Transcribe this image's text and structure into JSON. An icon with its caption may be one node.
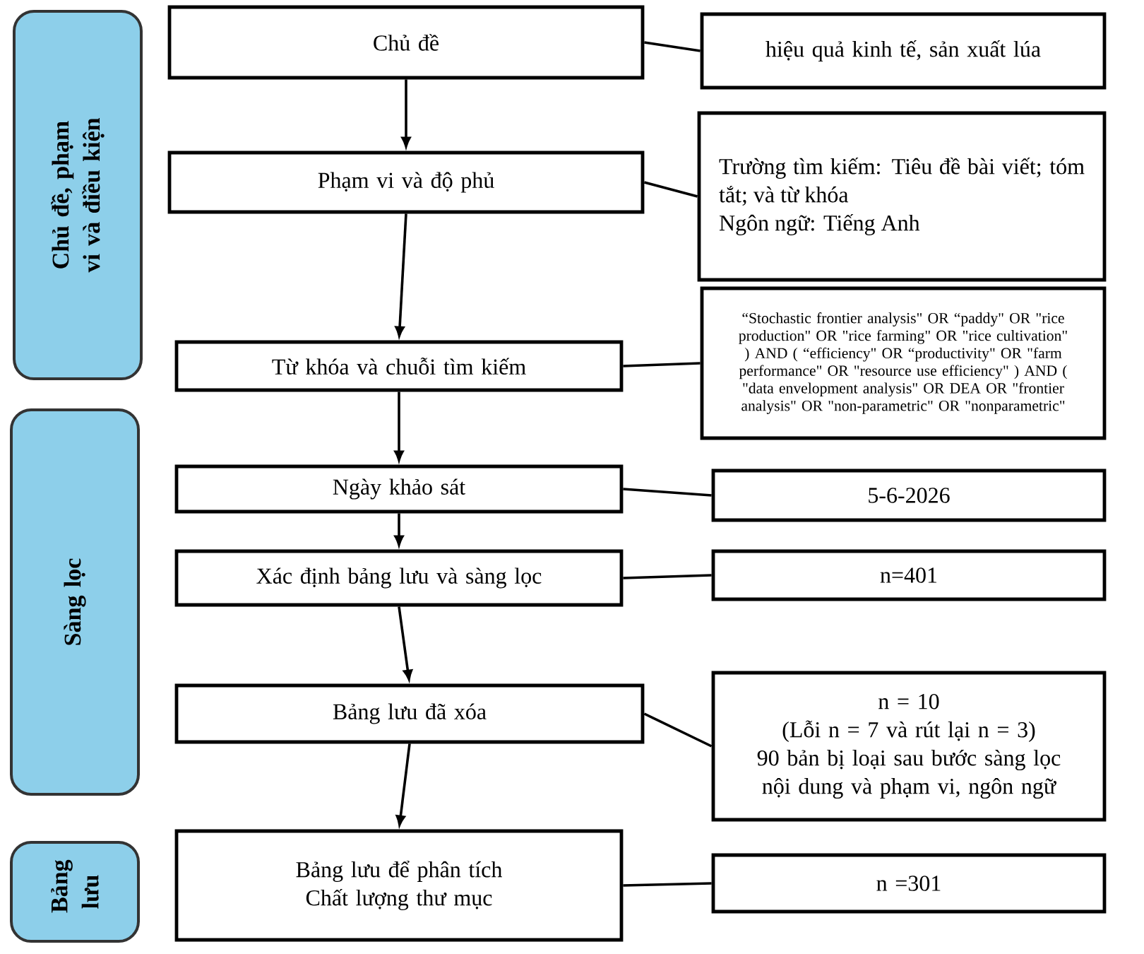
{
  "diagram": {
    "nodes": [
      {
        "text": [
          "Chủ đề, phạm vi và điều kiện"
        ]
      },
      {
        "text": [
          "Chủ đề"
        ]
      },
      {
        "text": [
          "hiệu quả kinh tế, sản xuất lúa"
        ]
      },
      {
        "text": [
          "Phạm vi và độ phủ"
        ]
      },
      {
        "text": [
          "Trường tìm kiếm: Tiêu đề bài viết; tóm tắt; và từ khóa",
          "Ngôn ngữ: Tiếng Anh"
        ]
      },
      {
        "text": [
          "Từ khóa và chuỗi tìm kiếm"
        ]
      },
      {
        "text": [
          "“Stochastic frontier analysis\" OR “paddy\" OR \"rice production\" OR \"rice farming\" OR \"rice cultivation\" ) AND ( “efficiency\" OR “productivity\" OR \"farm performance\" OR \"resource use efficiency\" ) AND ( \"data envelopment analysis\" OR DEA OR \"frontier analysis\" OR \"non-parametric\" OR \"nonparametric\""
        ]
      },
      {
        "text": [
          "Sàng lọc"
        ]
      },
      {
        "text": [
          "Ngày khảo sát"
        ]
      },
      {
        "text": [
          "5-6-2026"
        ]
      },
      {
        "text": [
          "Xác định bảng lưu và sàng lọc"
        ]
      },
      {
        "text": [
          "n=401"
        ]
      },
      {
        "text": [
          "Bảng lưu đã xóa"
        ]
      },
      {
        "text": [
          "n = 10",
          "(Lỗi n = 7 và rút lại n = 3)",
          "90 bản bị loại sau bước sàng lọc nội dung và phạm vi, ngôn ngữ"
        ]
      },
      {
        "text": [
          "Bảng lưu"
        ]
      },
      {
        "text": [
          "Bảng lưu để phân tích",
          "Chất lượng thư mục"
        ]
      },
      {
        "text": [
          "n =301"
        ]
      }
    ],
    "edges": [
      {
        "from": 1,
        "to": 3,
        "arrow": "to"
      },
      {
        "from": 3,
        "to": 5,
        "arrow": "to"
      },
      {
        "from": 5,
        "to": 8,
        "arrow": "to"
      },
      {
        "from": 8,
        "to": 10,
        "arrow": "to"
      },
      {
        "from": 10,
        "to": 12,
        "arrow": "to"
      },
      {
        "from": 12,
        "to": 15,
        "arrow": "to"
      },
      {
        "from": 1,
        "to": 2,
        "arrow": "none"
      },
      {
        "from": 3,
        "to": 4,
        "arrow": "none"
      },
      {
        "from": 5,
        "to": 6,
        "arrow": "none"
      },
      {
        "from": 8,
        "to": 9,
        "arrow": "none"
      },
      {
        "from": 10,
        "to": 11,
        "arrow": "none"
      },
      {
        "from": 12,
        "to": 13,
        "arrow": "none"
      },
      {
        "from": 15,
        "to": 16,
        "arrow": "none"
      }
    ]
  }
}
